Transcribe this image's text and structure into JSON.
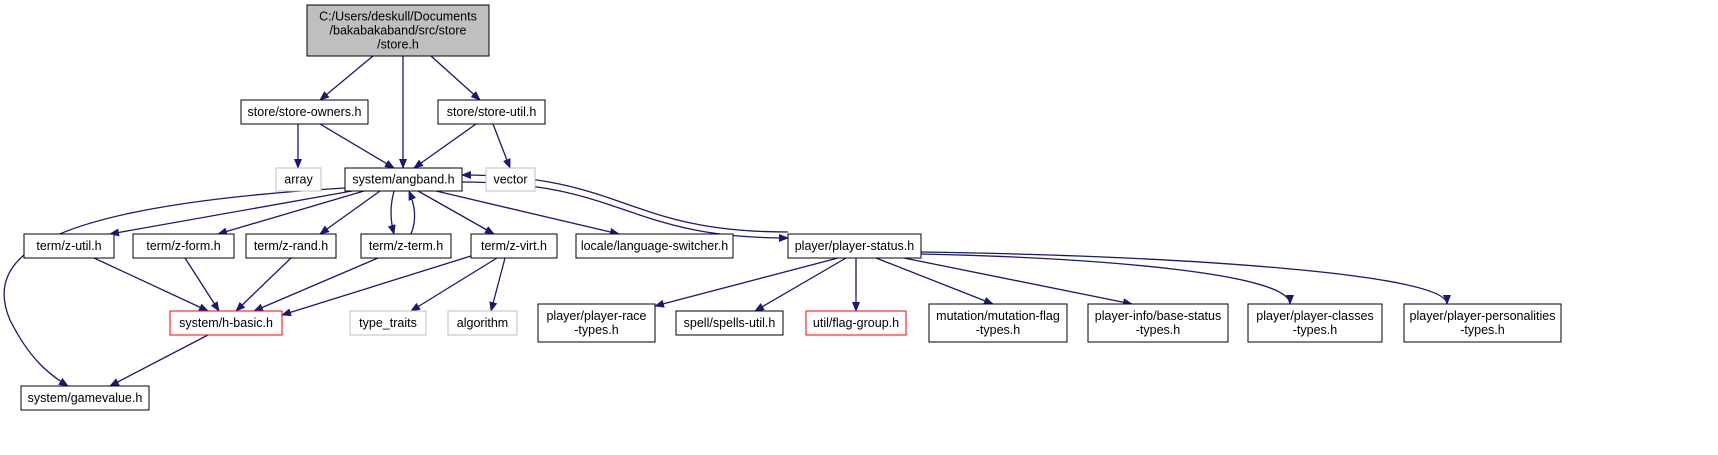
{
  "colors": {
    "edge": "#191970",
    "node_border": "#000000",
    "root_fill": "#bfbfbf",
    "external_border": "#bfbfbf",
    "truncated_border": "#ff0000"
  },
  "nodes": [
    {
      "id": "root",
      "lines": [
        "C:/Users/deskull/Documents",
        "/bakabakaband/src/store",
        "/store.h"
      ],
      "style": "root",
      "align": "left"
    },
    {
      "id": "store-owners",
      "lines": [
        "store/store-owners.h"
      ],
      "style": "normal"
    },
    {
      "id": "store-util",
      "lines": [
        "store/store-util.h"
      ],
      "style": "normal"
    },
    {
      "id": "array",
      "lines": [
        "array"
      ],
      "style": "external"
    },
    {
      "id": "angband",
      "lines": [
        "system/angband.h"
      ],
      "style": "normal"
    },
    {
      "id": "vector",
      "lines": [
        "vector"
      ],
      "style": "external"
    },
    {
      "id": "z-util",
      "lines": [
        "term/z-util.h"
      ],
      "style": "normal"
    },
    {
      "id": "z-form",
      "lines": [
        "term/z-form.h"
      ],
      "style": "normal"
    },
    {
      "id": "z-rand",
      "lines": [
        "term/z-rand.h"
      ],
      "style": "normal"
    },
    {
      "id": "z-term",
      "lines": [
        "term/z-term.h"
      ],
      "style": "normal"
    },
    {
      "id": "z-virt",
      "lines": [
        "term/z-virt.h"
      ],
      "style": "normal"
    },
    {
      "id": "lang-switcher",
      "lines": [
        "locale/language-switcher.h"
      ],
      "style": "normal"
    },
    {
      "id": "player-status",
      "lines": [
        "player/player-status.h"
      ],
      "style": "normal"
    },
    {
      "id": "h-basic",
      "lines": [
        "system/h-basic.h"
      ],
      "style": "truncated"
    },
    {
      "id": "type_traits",
      "lines": [
        "type_traits"
      ],
      "style": "external"
    },
    {
      "id": "algorithm",
      "lines": [
        "algorithm"
      ],
      "style": "external"
    },
    {
      "id": "player-race",
      "lines": [
        "player/player-race",
        "-types.h"
      ],
      "style": "normal"
    },
    {
      "id": "spells-util",
      "lines": [
        "spell/spells-util.h"
      ],
      "style": "normal"
    },
    {
      "id": "flag-group",
      "lines": [
        "util/flag-group.h"
      ],
      "style": "truncated"
    },
    {
      "id": "mutation-flag",
      "lines": [
        "mutation/mutation-flag",
        "-types.h"
      ],
      "style": "normal"
    },
    {
      "id": "base-status",
      "lines": [
        "player-info/base-status",
        "-types.h"
      ],
      "style": "normal"
    },
    {
      "id": "player-classes",
      "lines": [
        "player/player-classes",
        "-types.h"
      ],
      "style": "normal"
    },
    {
      "id": "player-personalities",
      "lines": [
        "player/player-personalities",
        "-types.h"
      ],
      "style": "normal"
    },
    {
      "id": "gamevalue",
      "lines": [
        "system/gamevalue.h"
      ],
      "style": "normal"
    }
  ],
  "edges": [
    [
      "root",
      "store-owners"
    ],
    [
      "root",
      "angband"
    ],
    [
      "root",
      "store-util"
    ],
    [
      "store-owners",
      "array"
    ],
    [
      "store-owners",
      "angband"
    ],
    [
      "store-util",
      "angband"
    ],
    [
      "store-util",
      "vector"
    ],
    [
      "angband",
      "z-util"
    ],
    [
      "angband",
      "z-form"
    ],
    [
      "angband",
      "z-rand"
    ],
    [
      "angband",
      "z-term"
    ],
    [
      "angband",
      "z-virt"
    ],
    [
      "angband",
      "lang-switcher"
    ],
    [
      "angband",
      "player-status"
    ],
    [
      "angband",
      "gamevalue"
    ],
    [
      "z-term",
      "angband"
    ],
    [
      "player-status",
      "angband"
    ],
    [
      "z-util",
      "h-basic"
    ],
    [
      "z-form",
      "h-basic"
    ],
    [
      "z-rand",
      "h-basic"
    ],
    [
      "z-term",
      "h-basic"
    ],
    [
      "z-virt",
      "h-basic"
    ],
    [
      "z-virt",
      "type_traits"
    ],
    [
      "z-virt",
      "algorithm"
    ],
    [
      "h-basic",
      "gamevalue"
    ],
    [
      "player-status",
      "player-race"
    ],
    [
      "player-status",
      "spells-util"
    ],
    [
      "player-status",
      "flag-group"
    ],
    [
      "player-status",
      "mutation-flag"
    ],
    [
      "player-status",
      "base-status"
    ],
    [
      "player-status",
      "player-classes"
    ],
    [
      "player-status",
      "player-personalities"
    ]
  ]
}
